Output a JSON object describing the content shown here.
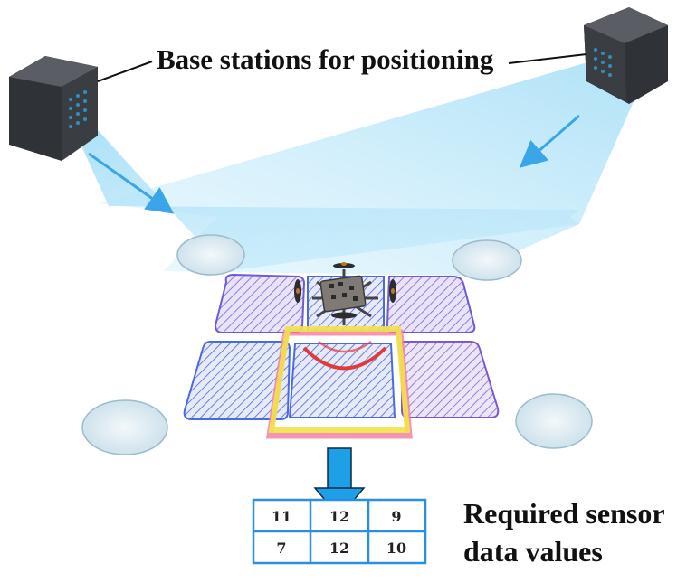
{
  "labels": {
    "base_stations": "Base stations for positioning",
    "sensor_line1": "Required sensor",
    "sensor_line2": "data values"
  },
  "sensor_grid": {
    "rows": [
      [
        "11",
        "12",
        "9"
      ],
      [
        "7",
        "12",
        "10"
      ]
    ]
  },
  "colors": {
    "beam": "#9fdcf5",
    "arrow": "#3aa6e8",
    "mat_purple": "#6f5ad6",
    "mat_blue": "#4a6be0",
    "highlight_yellow": "#f2e24a",
    "highlight_pink": "#f47aa0",
    "grid_border": "#2a8fe0",
    "down_arrow": "#1ea0e6",
    "station_body": "#2f3236"
  }
}
